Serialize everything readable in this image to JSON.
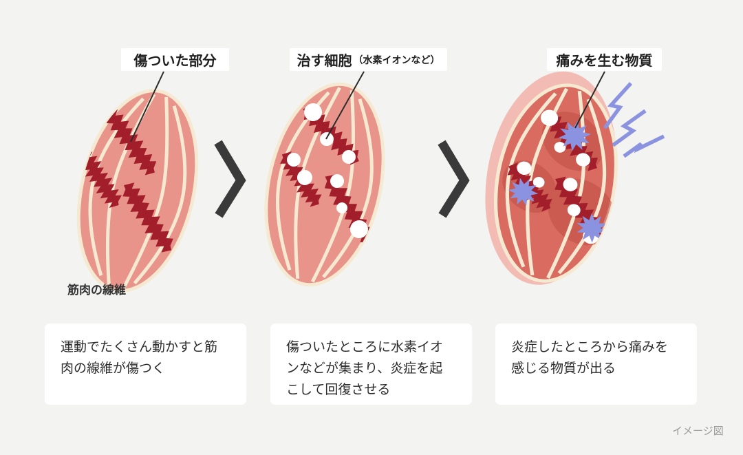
{
  "figure": {
    "background": "#F3F3F2",
    "watermark": "イメージ図",
    "fiber_label": "筋肉の線維"
  },
  "panels": [
    {
      "label": "傷ついた部分",
      "caption": "運動でたくさん動かすと筋\n肉の線維が傷つく"
    },
    {
      "label": "治す細胞",
      "label_note": "（水素イオンなど）",
      "caption": "傷ついたところに水素イオ\nンなどが集まり、炎症を起\nこして回復させる"
    },
    {
      "label": "痛みを生む物質",
      "caption": "炎症したところから痛みを\n感じる物質が出る"
    }
  ],
  "icons": {
    "step_arrow": "chevron-right",
    "pain_flash": "lightning-zigzag"
  },
  "colors": {
    "muscle_body": "#E8948A",
    "muscle_stripe": "#F6E9D2",
    "damaged_tissue": "#A21E2B",
    "inflamed_body": "#D96B60",
    "inflamed_spot": "#C25148",
    "halo": "#F2BCB4",
    "healing_cell": "#FFFFFF",
    "pain_substance": "#8B93E0",
    "arrow": "#3A3A3A"
  }
}
